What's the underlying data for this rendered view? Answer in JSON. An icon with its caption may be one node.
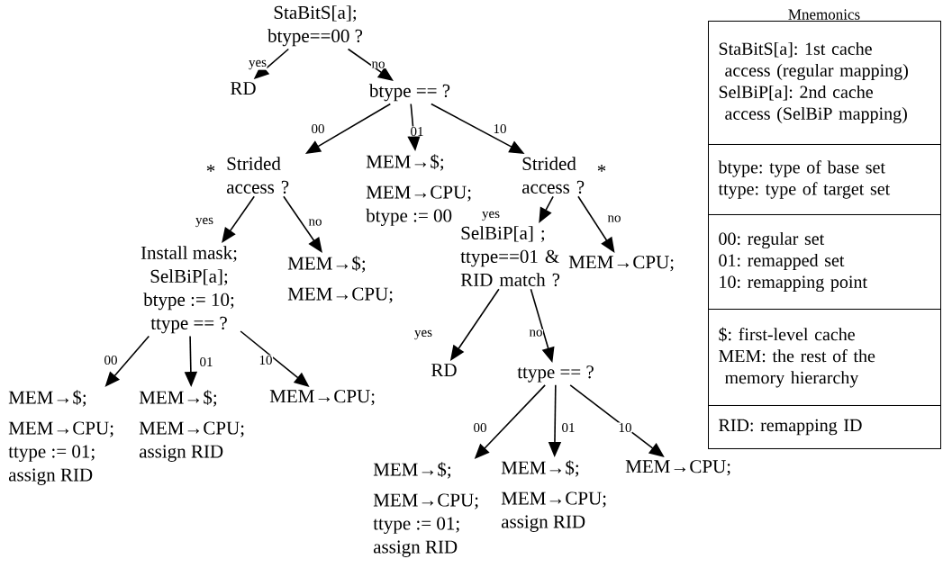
{
  "diagram": {
    "nodes": [
      {
        "text": [
          "StaBitS[a];",
          "btype==00 ?"
        ]
      },
      {
        "text": [
          "RD"
        ]
      },
      {
        "text": [
          "btype == ?"
        ]
      },
      {
        "text": [
          "Strided access ?"
        ],
        "beside": [
          "*"
        ]
      },
      {
        "text": [
          "MEM→$;",
          "MEM→CPU;",
          "btype := 00"
        ]
      },
      {
        "text": [
          "Strided access ?"
        ],
        "beside": [
          "*"
        ]
      },
      {
        "text": [
          "Install mask;",
          "SelBiP[a];",
          "btype := 10;",
          "ttype == ?"
        ]
      },
      {
        "text": [
          "MEM→$;",
          "MEM→CPU;"
        ]
      },
      {
        "text": [
          "SelBiP[a] ;",
          "ttype==01 & RID match ?"
        ]
      },
      {
        "text": [
          "MEM→CPU;"
        ]
      },
      {
        "text": [
          "MEM→$;",
          "MEM→CPU;",
          "ttype := 01;",
          "assign RID"
        ]
      },
      {
        "text": [
          "MEM→$;",
          "MEM→CPU;",
          "assign RID"
        ]
      },
      {
        "text": [
          "MEM→CPU;"
        ]
      },
      {
        "text": [
          "RD"
        ]
      },
      {
        "text": [
          "ttype == ?"
        ]
      },
      {
        "text": [
          "MEM→$;",
          "MEM→CPU;",
          "ttype := 01;",
          "assign RID"
        ]
      },
      {
        "text": [
          "MEM→$;",
          "MEM→CPU;",
          "assign RID"
        ]
      },
      {
        "text": [
          "MEM→CPU;"
        ]
      },
      {
        "text": [
          "Mnemonics"
        ]
      },
      {
        "text": [
          "StaBitS[a]: 1st cache access (regular mapping)",
          "SelBiP[a]: 2nd cache access (SelBiP mapping)"
        ],
        "in": 18
      },
      {
        "text": [
          "btype: type of base set",
          "ttype: type of target set"
        ],
        "in": 18
      },
      {
        "text": [
          "00: regular set",
          "01: remapped set",
          "10: remapping point"
        ],
        "in": 18
      },
      {
        "text": [
          "$: first-level cache",
          "MEM: the rest of the memory hierarchy"
        ],
        "in": 18
      },
      {
        "text": [
          "RID: remapping ID"
        ],
        "in": 18
      }
    ],
    "edges": [
      {
        "from": 0,
        "to": 1,
        "arrow": "to",
        "label": "yes"
      },
      {
        "from": 0,
        "to": 2,
        "arrow": "to",
        "label": "no"
      },
      {
        "from": 2,
        "to": 3,
        "arrow": "to",
        "label": "00"
      },
      {
        "from": 2,
        "to": 4,
        "arrow": "to",
        "label": "01"
      },
      {
        "from": 2,
        "to": 5,
        "arrow": "to",
        "label": "10"
      },
      {
        "from": 3,
        "to": 6,
        "arrow": "to",
        "label": "yes"
      },
      {
        "from": 3,
        "to": 7,
        "arrow": "to",
        "label": "no"
      },
      {
        "from": 5,
        "to": 8,
        "arrow": "to",
        "label": "yes"
      },
      {
        "from": 5,
        "to": 9,
        "arrow": "to",
        "label": "no"
      },
      {
        "from": 6,
        "to": 10,
        "arrow": "to",
        "label": "00"
      },
      {
        "from": 6,
        "to": 11,
        "arrow": "to",
        "label": "01"
      },
      {
        "from": 6,
        "to": 12,
        "arrow": "to",
        "label": "10"
      },
      {
        "from": 8,
        "to": 13,
        "arrow": "to",
        "label": "yes"
      },
      {
        "from": 8,
        "to": 14,
        "arrow": "to",
        "label": "no"
      },
      {
        "from": 14,
        "to": 15,
        "arrow": "to",
        "label": "00"
      },
      {
        "from": 14,
        "to": 16,
        "arrow": "to",
        "label": "01"
      },
      {
        "from": 14,
        "to": 17,
        "arrow": "to",
        "label": "10"
      }
    ]
  }
}
